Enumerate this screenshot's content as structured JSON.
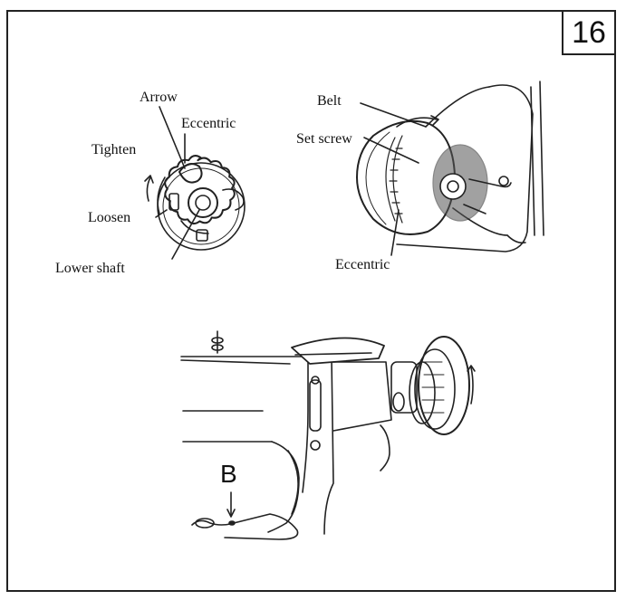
{
  "figure_number": "16",
  "labels": {
    "arrow": "Arrow",
    "eccentric_left": "Eccentric",
    "tighten": "Tighten",
    "loosen": "Loosen",
    "lower_shaft": "Lower shaft",
    "belt": "Belt",
    "set_screw": "Set screw",
    "eccentric_right": "Eccentric",
    "point_b": "B"
  }
}
